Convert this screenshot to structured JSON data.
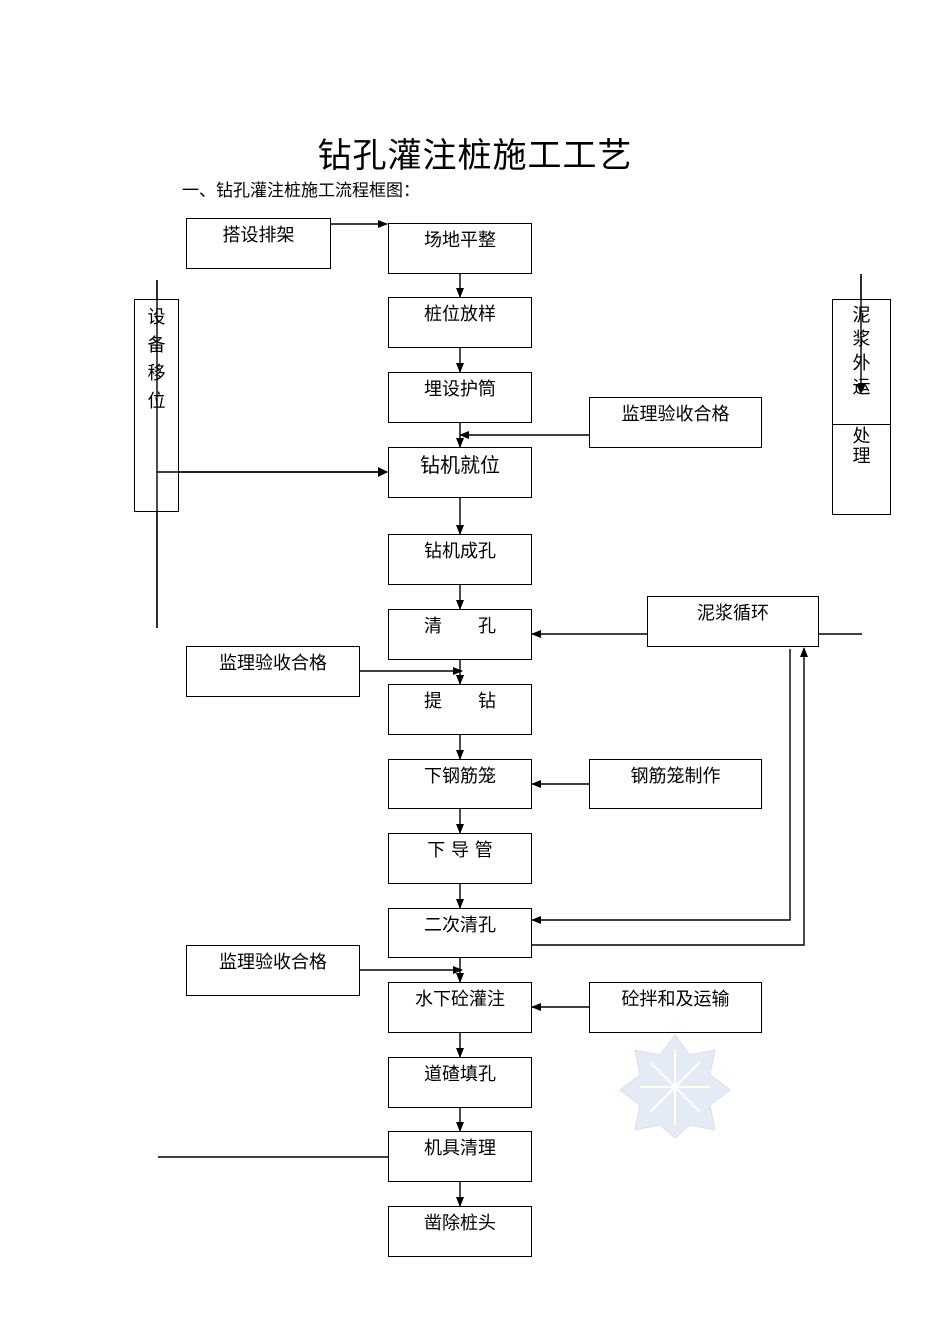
{
  "title": "钻孔灌注桩施工工艺",
  "subtitle": "一、钻孔灌注桩施工流程框图：",
  "main_steps": [
    "场地平整",
    "桩位放样",
    "埋设护筒",
    "钻机就位",
    "钻机成孔",
    "清　　孔",
    "提　　钻",
    "下钢筋笼",
    "下 导 管",
    "二次清孔",
    "水下砼灌注",
    "道碴填孔",
    "机具清理",
    "凿除桩头"
  ],
  "side_steps": {
    "scaffold": "搭设排架",
    "inspection_1": "监理验收合格",
    "mud_circulation": "泥浆循环",
    "inspection_2": "监理验收合格",
    "cage_fabrication": "钢筋笼制作",
    "inspection_3": "监理验收合格",
    "concrete_mixing": "砼拌和及运输"
  },
  "equipment_move": [
    "设",
    "备",
    "移",
    "位"
  ],
  "mud_transport": [
    "泥",
    "浆",
    "外",
    "运"
  ],
  "mud_treatment": [
    "处",
    "理"
  ]
}
